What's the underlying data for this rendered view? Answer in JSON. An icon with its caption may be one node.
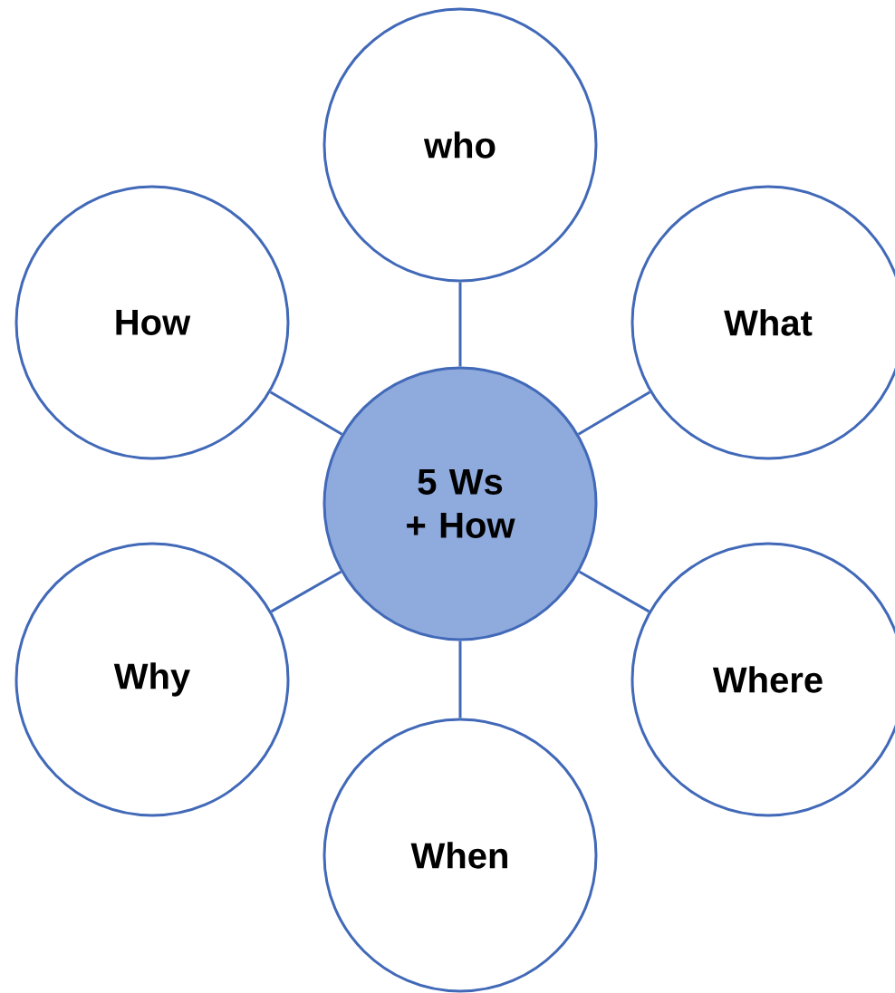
{
  "diagram": {
    "nodes": [
      {
        "text": [
          "who"
        ]
      },
      {
        "text": [
          "How"
        ]
      },
      {
        "text": [
          "What"
        ]
      },
      {
        "text": [
          "5 Ws + How"
        ]
      },
      {
        "text": [
          "Why"
        ]
      },
      {
        "text": [
          "Where"
        ]
      },
      {
        "text": [
          "When"
        ]
      }
    ],
    "edges": [
      {
        "from": 3,
        "to": 0,
        "arrow": "none"
      },
      {
        "from": 3,
        "to": 1,
        "arrow": "none"
      },
      {
        "from": 3,
        "to": 2,
        "arrow": "none"
      },
      {
        "from": 3,
        "to": 4,
        "arrow": "none"
      },
      {
        "from": 3,
        "to": 5,
        "arrow": "none"
      },
      {
        "from": 3,
        "to": 6,
        "arrow": "none"
      }
    ]
  }
}
